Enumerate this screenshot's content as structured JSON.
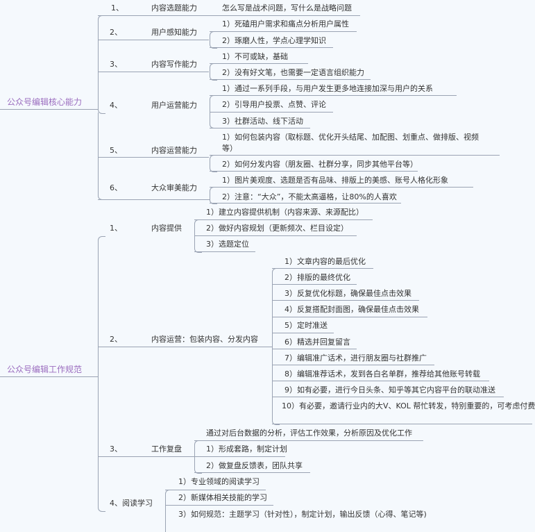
{
  "roots": [
    {
      "label": "公众号编辑核心能力"
    },
    {
      "label": "公众号编辑工作规范"
    }
  ],
  "core": [
    {
      "num": "1、",
      "title": "内容选题能力",
      "items": [
        "怎么写是战术问题，写什么是战略问题"
      ]
    },
    {
      "num": "2、",
      "title": "用户感知能力",
      "items": [
        "1）死磕用户需求和痛点分析用户属性",
        "2）琢磨人性，学点心理学知识"
      ]
    },
    {
      "num": "3、",
      "title": "内容写作能力",
      "items": [
        "1）不可或缺，基础",
        "2）没有好文笔，也需要一定语言组织能力"
      ]
    },
    {
      "num": "4、",
      "title": "用户运营能力",
      "items": [
        "1）通过一系列手段，与用户发生更多地连接加深与用户的关系",
        "2）引导用户投票、点赞、评论",
        "3）社群活动、线下活动"
      ]
    },
    {
      "num": "5、",
      "title": "内容运营能力",
      "items": [
        "1）如何包装内容（取标题、优化开头结尾、加配图、划重点、做排版、视频",
        "等）",
        "2）如何分发内容（朋友圈、社群分享，同步其他平台等）"
      ]
    },
    {
      "num": "6、",
      "title": "大众审美能力",
      "items": [
        "1）图片美观度、选题是否有品味、排版上的美感、账号人格化形象",
        "2）注意：“大众”，不能太高逼格，让80%的人喜欢"
      ]
    }
  ],
  "work": [
    {
      "num": "1、",
      "title": "内容提供",
      "items": [
        "1）建立内容提供机制（内容来源、来源配比）",
        "2）做好内容规划（更新频次、栏目设定）",
        "3）选题定位"
      ]
    },
    {
      "num": "2、",
      "title": "内容运营：包装内容、分发内容",
      "items": [
        "1）文章内容的最后优化",
        "2）排版的最终优化",
        "3）反复优化标题，确保最佳点击效果",
        "4）反复搭配封面图，确保最佳点击效果",
        "5）定时准送",
        "6）精选并回复留言",
        "7）编辑准广话术，进行朋友圈与社群推广",
        "8）编辑准荐话术，发到各白名单群，推荐给其他账号转载",
        "9）如有必要，进行今日头条、知乎等其它内容平台的联动准送",
        "10）有必要，邀请行业内的大V、KOL 帮忙转发，特别重要的，可考虑付费"
      ]
    },
    {
      "num": "3、",
      "title": "工作复盘",
      "items": [
        "通过对后台数据的分析，评估工作效果，分析原因及优化工作",
        "1）形成套路，制定计划",
        "2）做复盘反馈表，团队共享"
      ]
    },
    {
      "num": "",
      "title": "4、阅读学习",
      "items": [
        "1）专业领域的阅读学习",
        "2）新媒体相关技能的学习",
        "3）如何规范：主题学习（针对性），制定计划，输出反馈（心得、笔记等)"
      ]
    }
  ]
}
